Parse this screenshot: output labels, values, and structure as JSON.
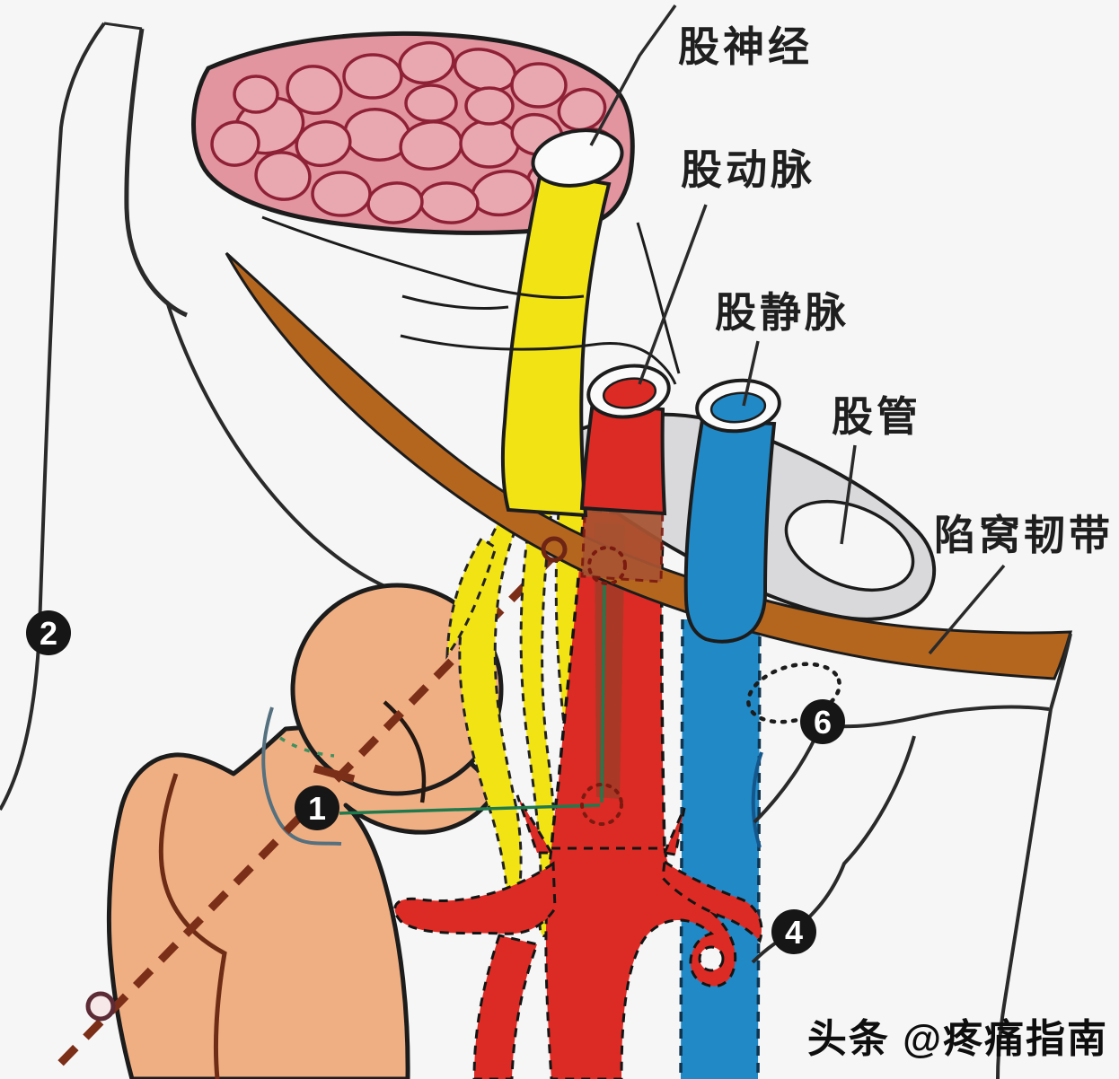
{
  "diagram": {
    "labels": {
      "femoral_nerve": "股神经",
      "femoral_artery": "股动脉",
      "femoral_vein": "股静脉",
      "femoral_canal": "股管",
      "lacunar_ligament": "陷窝韧带"
    },
    "markers": {
      "one": "1",
      "two": "2",
      "four": "4",
      "six": "6"
    },
    "watermark": "头条 @疼痛指南",
    "colors": {
      "muscle_pink": "#e2949f",
      "lobule_line": "#8f2136",
      "nerve_yellow": "#f2e414",
      "artery_red": "#dc2b24",
      "vein_blue": "#2189c6",
      "sheath_gray": "#d9d9dc",
      "ligament_brown": "#b4661f",
      "bone_tan": "#f0af82",
      "guide_green": "#1f7a4d",
      "axis_maroon": "#7b2e18",
      "outline_black": "#1c1c1c"
    }
  }
}
